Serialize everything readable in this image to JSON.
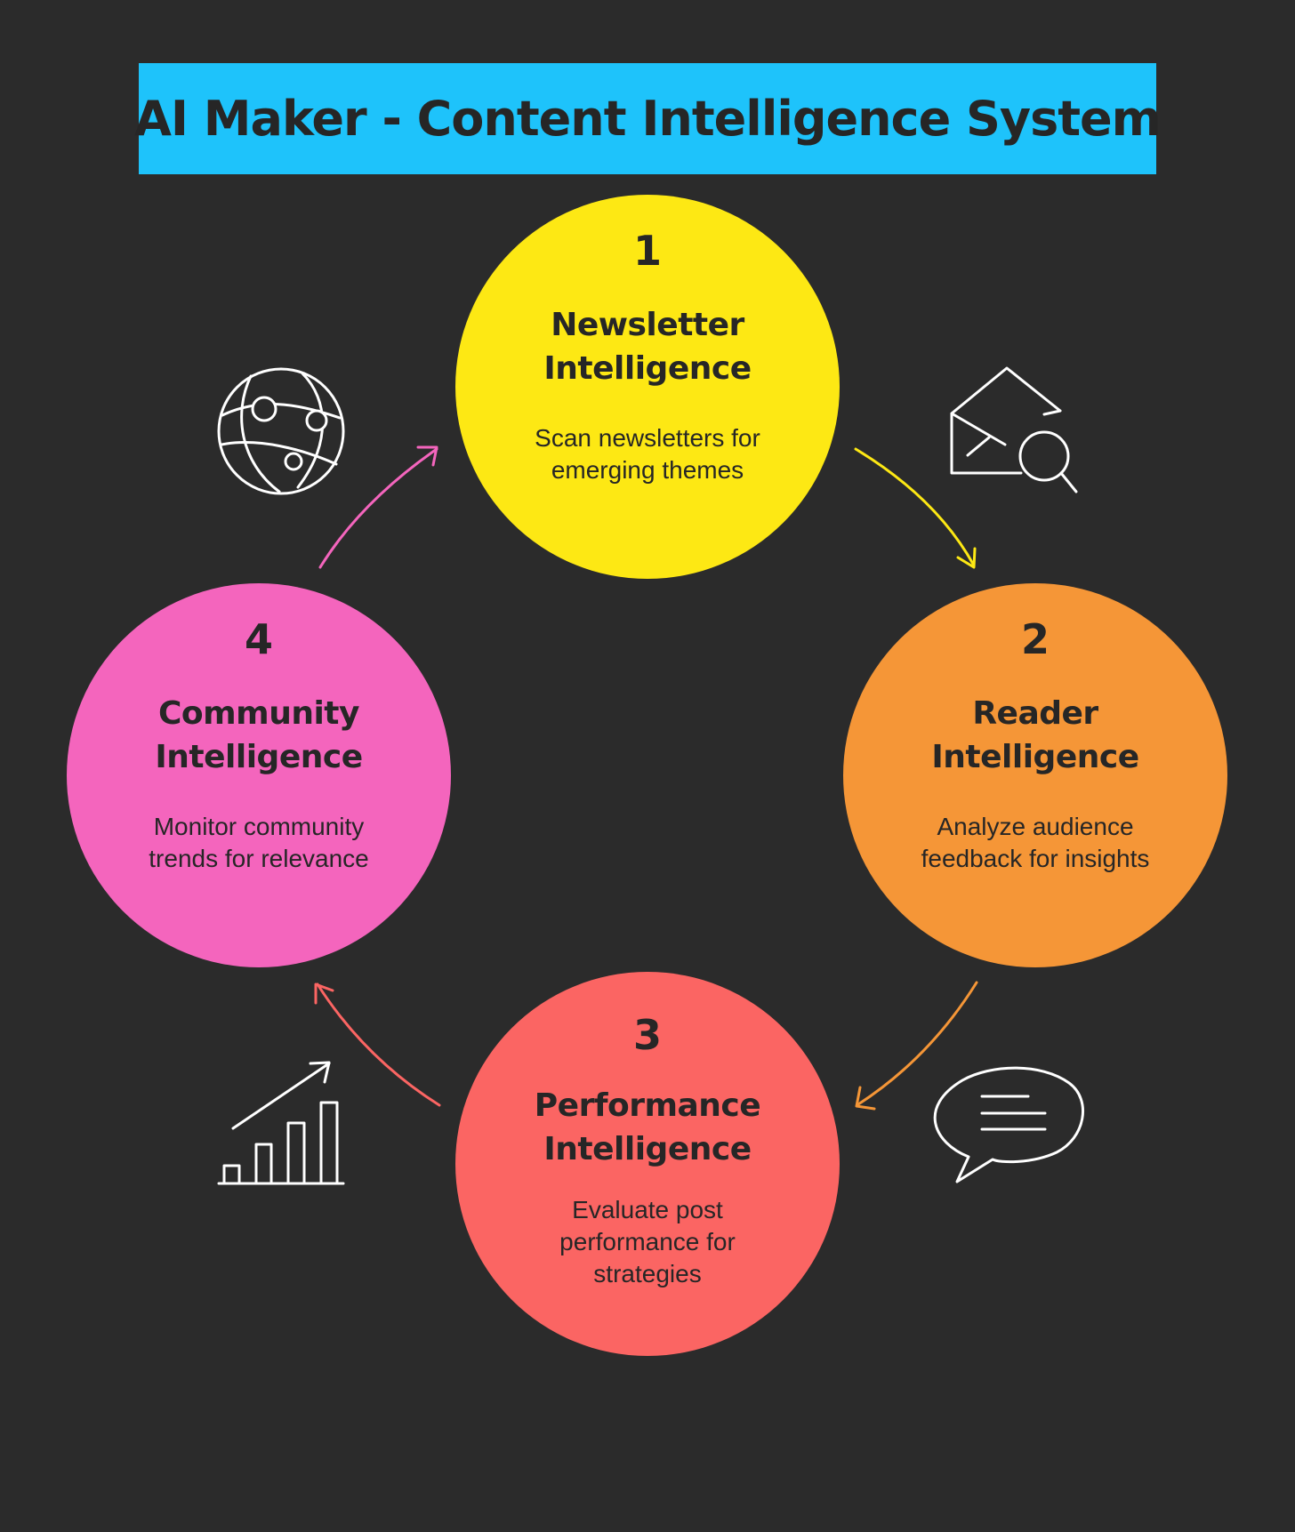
{
  "title": "AI Maker - Content Intelligence System",
  "colors": {
    "background": "#2b2b2b",
    "banner": "#1ec3fb",
    "text": "#262626",
    "icon_stroke": "#ffffff"
  },
  "steps": [
    {
      "number": "1",
      "heading": "Newsletter Intelligence",
      "description": "Scan newsletters for emerging themes",
      "color": "#fde814",
      "icon": "envelope-search-icon"
    },
    {
      "number": "2",
      "heading": "Reader Intelligence",
      "description": "Analyze audience feedback for insights",
      "color": "#f59637",
      "icon": "speech-bubble-icon"
    },
    {
      "number": "3",
      "heading": "Performance Intelligence",
      "description": "Evaluate post performance for strategies",
      "color": "#fb6563",
      "icon": "bar-chart-trend-icon"
    },
    {
      "number": "4",
      "heading": "Community Intelligence",
      "description": "Monitor community trends for relevance",
      "color": "#f465bd",
      "icon": "globe-network-icon"
    }
  ],
  "connectors": [
    {
      "from": "1",
      "to": "2",
      "color": "#fde814"
    },
    {
      "from": "2",
      "to": "3",
      "color": "#f59637"
    },
    {
      "from": "3",
      "to": "4",
      "color": "#fb6563"
    },
    {
      "from": "4",
      "to": "1",
      "color": "#f465bd"
    }
  ]
}
